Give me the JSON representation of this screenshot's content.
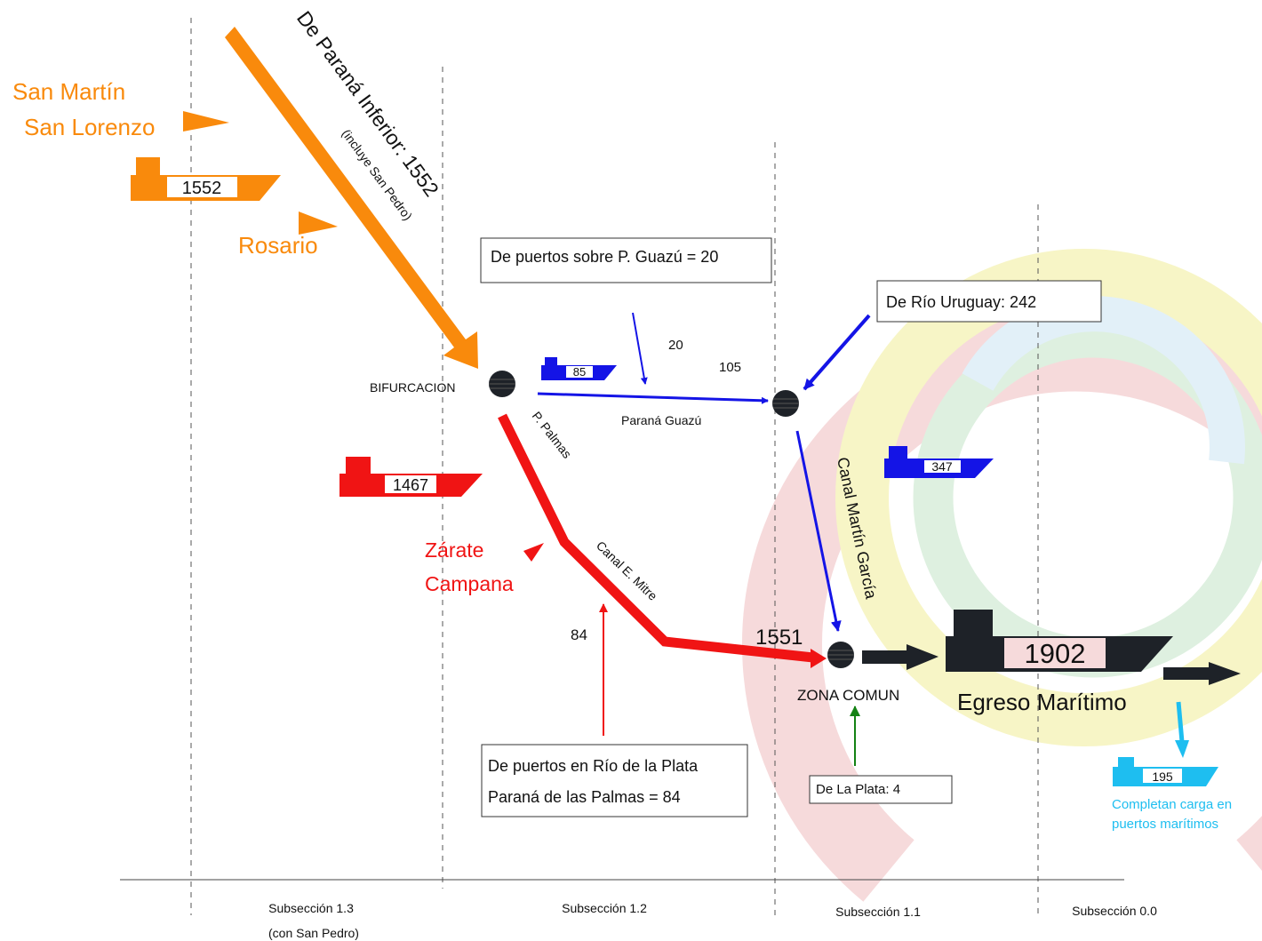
{
  "colors": {
    "orange": "#F98A0C",
    "red": "#F01414",
    "blue": "#1414E6",
    "dark": "#1E2228",
    "green": "#148214",
    "cyan": "#1EBEF0",
    "ring_red": "#F6DADB",
    "ring_yellow": "#F7F5C6",
    "ring_green": "#DEF0E0",
    "ring_blue": "#E2F0F8"
  },
  "labels": {
    "san_martin": "San Martín",
    "san_lorenzo": "San Lorenzo",
    "rosario": "Rosario",
    "parana_inferior": "De Paraná Inferior: 1552",
    "incluye_san_pedro": "(incluye San Pedro)",
    "bifurcacion": "BIFURCACION",
    "parana_guazu": "Paraná Guazú",
    "p_palmas": "P. Palmas",
    "canal_mitre": "Canal E. Mitre",
    "canal_martin_garcia": "Canal Martín García",
    "zarate": "Zárate",
    "campana": "Campana",
    "zona_comun": "ZONA COMUN",
    "egreso": "Egreso Marítimo",
    "completan_1": "Completan carga en",
    "completan_2": "puertos marítimos"
  },
  "values": {
    "ship_orange": "1552",
    "ship_red": "1467",
    "ship_blue_small": "85",
    "ship_blue_large": "347",
    "ship_dark": "1902",
    "ship_cyan": "195",
    "guazu_inflow": "20",
    "guazu_flow": "105",
    "palmas_inflow": "84",
    "zona_total": "1551"
  },
  "boxes": {
    "guazu_ports": "De puertos sobre P. Guazú = 20",
    "rio_uruguay": "De Río Uruguay:  242",
    "rio_plata_1": "De puertos en Río de la Plata",
    "rio_plata_2": "Paraná de las Palmas =  84",
    "la_plata": "De La Plata:  4"
  },
  "subsections": {
    "s13": "Subsección 1.3",
    "s13_sub": "(con San Pedro)",
    "s12": "Subsección 1.2",
    "s11": "Subsección 1.1",
    "s00": "Subsección 0.0"
  }
}
